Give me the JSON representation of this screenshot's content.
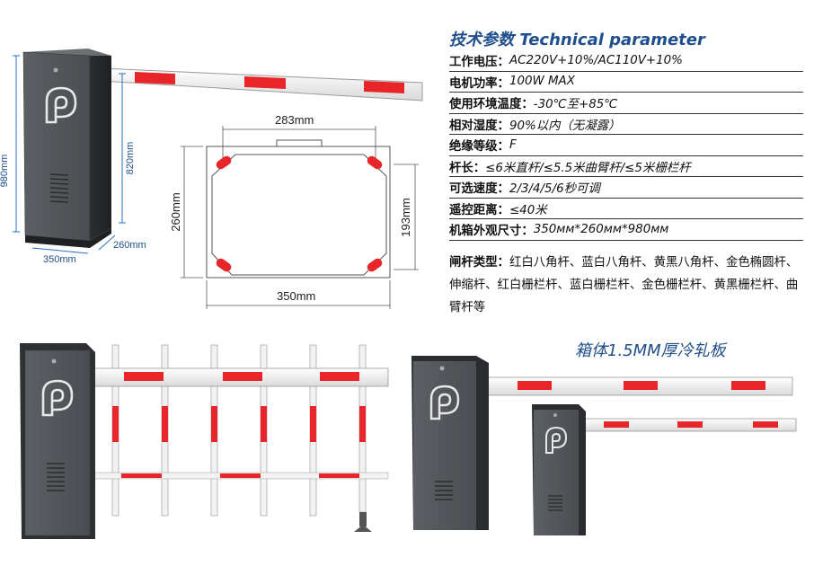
{
  "specs": {
    "title": "技术参数 Technical parameter",
    "rows": [
      {
        "label": "工作电压：",
        "value": "AC220V+10%/AC110V+10%"
      },
      {
        "label": "电机功率：",
        "value": "100W MAX"
      },
      {
        "label": "使用环境温度：",
        "value": "-30℃至+85℃"
      },
      {
        "label": "相对湿度：",
        "value": "90%以内（无凝露）"
      },
      {
        "label": "绝缘等级：",
        "value": "F"
      },
      {
        "label": "杆长：",
        "value": "≤6米直杆/≤5.5米曲臂杆/≤5米栅栏杆"
      },
      {
        "label": "可选速度：",
        "value": "2/3/4/5/6秒可调"
      },
      {
        "label": "遥控距离：",
        "value": "≤40米"
      },
      {
        "label": "机箱外观尺寸：",
        "value": "350мм*260мм*980мм"
      }
    ],
    "boom_types_label": "闸杆类型：",
    "boom_types_value": "红白八角杆、蓝白八角杆、黄黑八角杆、金色椭圆杆、伸缩杆、红白栅栏杆、蓝白栅栏杆、金色栅栏杆、黄黑栅栏杆、曲臂杆等"
  },
  "cabinet_dimensions": {
    "height_total": "980mm",
    "height_body": "820mm",
    "depth": "260mm",
    "width": "350mm"
  },
  "base_plate": {
    "top_width": "283mm",
    "bottom_width": "350mm",
    "left_height": "260mm",
    "right_height": "193mm"
  },
  "plate_caption": "箱体1.5MM厚冷轧板",
  "colors": {
    "cabinet": "#55585c",
    "cabinet_dark": "#2e3033",
    "boom_red": "#e8262a",
    "accent_blue": "#1f4e8c",
    "dimension_blue": "#2a6fc4"
  }
}
